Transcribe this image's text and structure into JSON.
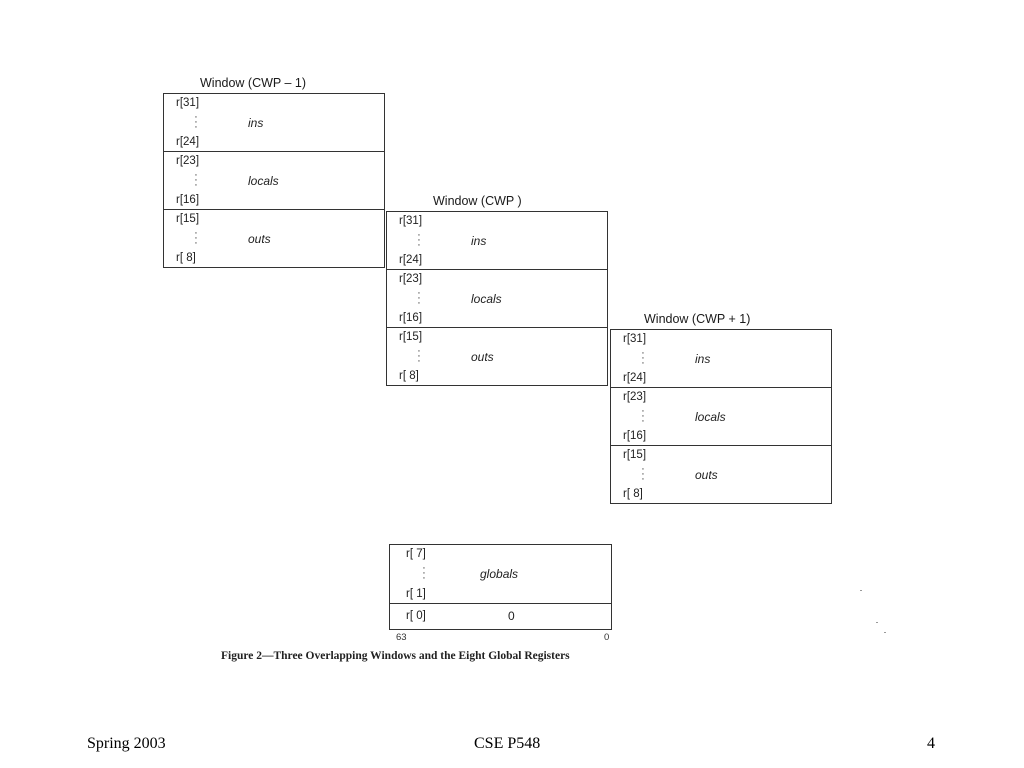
{
  "windows": [
    {
      "title": "Window (CWP – 1)",
      "sections": [
        {
          "top_reg": "r[31]",
          "label": "ins",
          "bottom_reg": "r[24]"
        },
        {
          "top_reg": "r[23]",
          "label": "locals",
          "bottom_reg": "r[16]"
        },
        {
          "top_reg": "r[15]",
          "label": "outs",
          "bottom_reg": "r[  8]"
        }
      ]
    },
    {
      "title": "Window (CWP )",
      "sections": [
        {
          "top_reg": "r[31]",
          "label": "ins",
          "bottom_reg": "r[24]"
        },
        {
          "top_reg": "r[23]",
          "label": "locals",
          "bottom_reg": "r[16]"
        },
        {
          "top_reg": "r[15]",
          "label": "outs",
          "bottom_reg": "r[  8]"
        }
      ]
    },
    {
      "title": "Window (CWP + 1)",
      "sections": [
        {
          "top_reg": "r[31]",
          "label": "ins",
          "bottom_reg": "r[24]"
        },
        {
          "top_reg": "r[23]",
          "label": "locals",
          "bottom_reg": "r[16]"
        },
        {
          "top_reg": "r[15]",
          "label": "outs",
          "bottom_reg": "r[  8]"
        }
      ]
    }
  ],
  "globals": {
    "top_reg": "r[  7]",
    "label": "globals",
    "bottom_reg": "r[  1]",
    "zero_reg": "r[  0]",
    "zero_value": "0",
    "bit_high": "63",
    "bit_low": "0"
  },
  "caption": "Figure 2—Three Overlapping Windows and the Eight Global Registers",
  "footer": {
    "left": "Spring 2003",
    "center": "CSE P548",
    "right": "4"
  }
}
